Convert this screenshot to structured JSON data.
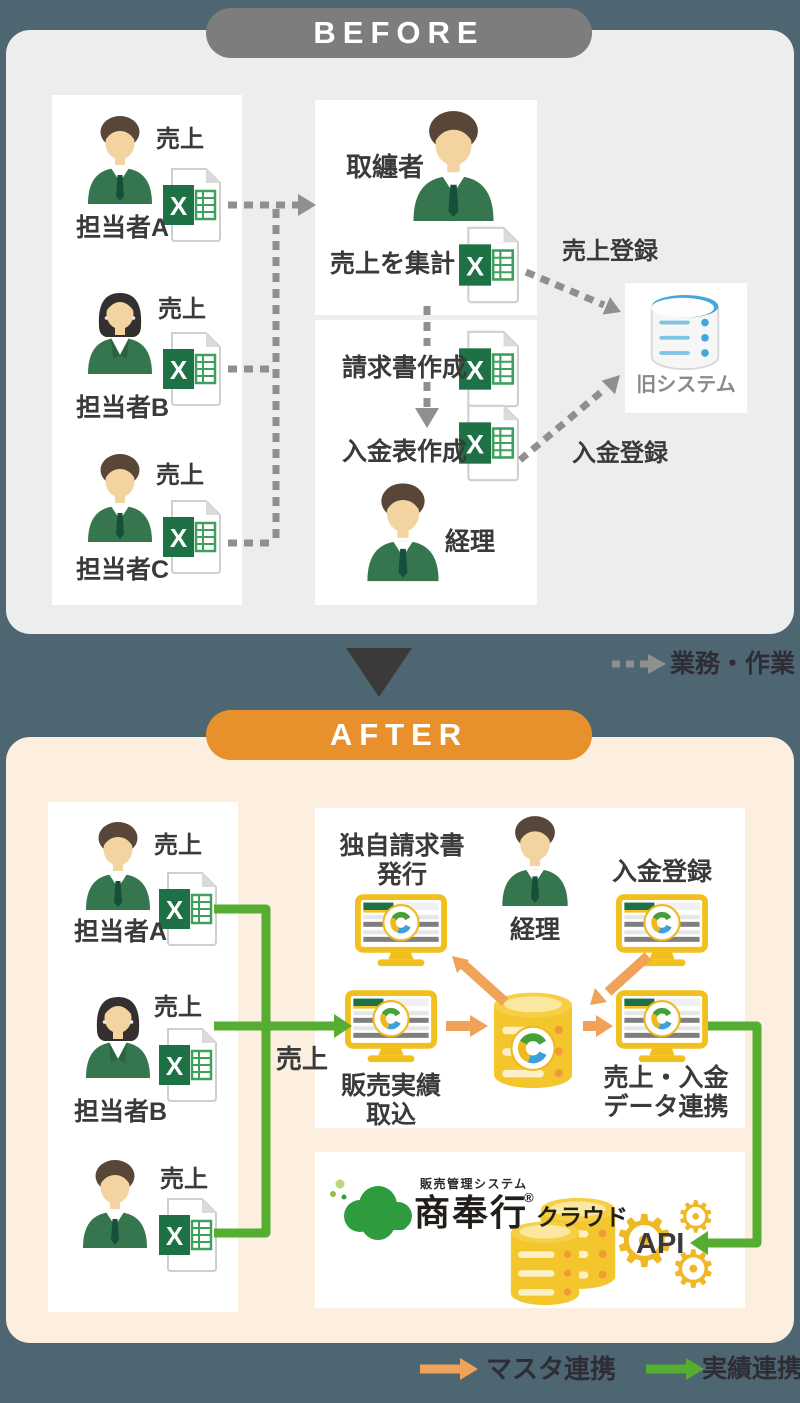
{
  "before": {
    "title": "BEFORE",
    "legend_flow": "業務・作業",
    "staff": [
      {
        "name": "担当者A",
        "doc": "売上"
      },
      {
        "name": "担当者B",
        "doc": "売上"
      },
      {
        "name": "担当者C",
        "doc": "売上"
      }
    ],
    "coordinator_role": "取纏者",
    "aggregate_task": "売上を集計",
    "invoice_task": "請求書作成",
    "payment_sheet_task": "入金表作成",
    "accountant_role": "経理",
    "old_system_label": "旧システム",
    "sales_register": "売上登録",
    "payment_register": "入金登録"
  },
  "after": {
    "title": "AFTER",
    "staff": [
      {
        "name": "担当者A",
        "doc": "売上"
      },
      {
        "name": "担当者B",
        "doc": "売上"
      },
      {
        "name": "",
        "doc": "売上"
      }
    ],
    "sales_flow_label": "売上",
    "invoice_issue": [
      "独自請求書",
      "発行"
    ],
    "accountant_role": "経理",
    "payment_register": "入金登録",
    "sales_import": [
      "販売実績",
      "取込"
    ],
    "data_link": [
      "売上・入金",
      "データ連携"
    ],
    "product": {
      "category": "販売管理システム",
      "name": "商奉行",
      "trademark": "®",
      "suffix": "クラウド"
    },
    "api_label": "API"
  },
  "legend": {
    "master": "マスタ連携",
    "results": "実績連携"
  },
  "colors": {
    "slate_bg": "#4d6672",
    "before_gray": "#ededed",
    "before_pill": "#7d7d7d",
    "after_peach": "#fcefdf",
    "after_pill": "#e8912c",
    "flow_green": "#55ae32",
    "master_orange": "#f0a259",
    "dashed_gray": "#8f8f8f",
    "excel_green": "#1e7145",
    "monitor_gold": "#f2c01e"
  }
}
